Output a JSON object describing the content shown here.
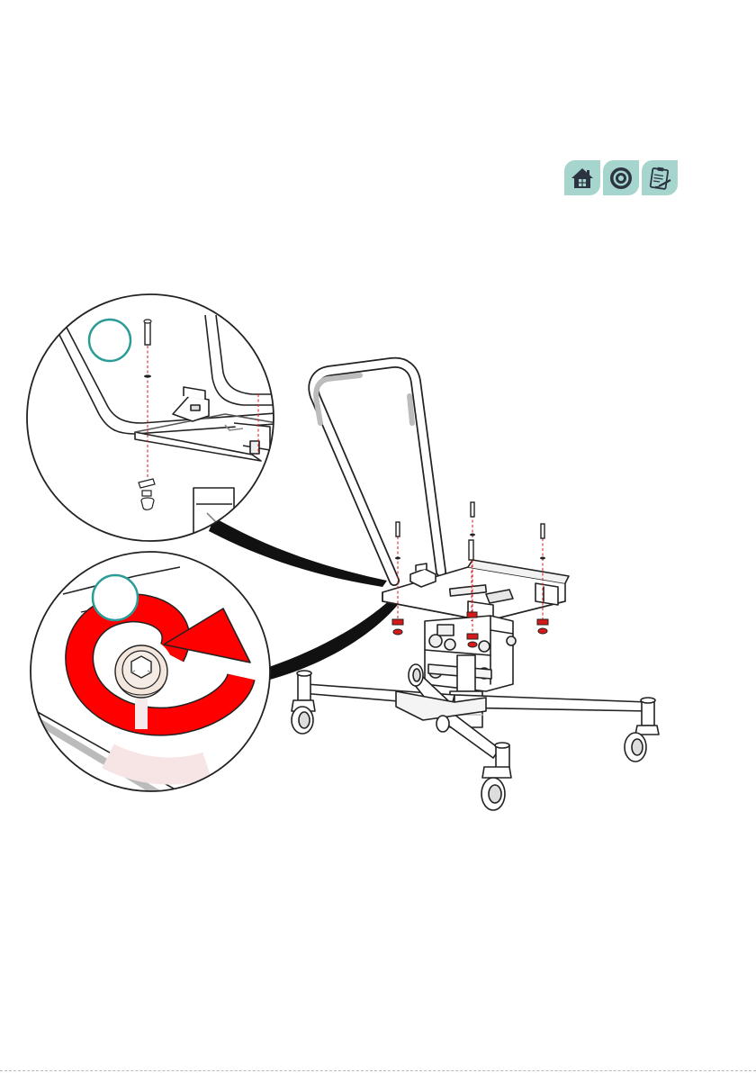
{
  "nav": {
    "items": [
      {
        "name": "home",
        "icon": "home-icon"
      },
      {
        "name": "parts",
        "icon": "target-icon"
      },
      {
        "name": "notes",
        "icon": "clipboard-icon"
      }
    ],
    "bg_color": "#a6d5ce",
    "icon_color": "#2b3440"
  },
  "illustration": {
    "callouts": [
      {
        "name": "callout-a",
        "label": ""
      },
      {
        "name": "callout-b",
        "label": ""
      }
    ],
    "colors": {
      "callout_ring": "#2a9c95",
      "rotate_arrow": "#ff0000",
      "guide_line": "#d61a1a",
      "line_art": "#222222",
      "frame_fill": "#ffffff",
      "shade": "#dcdcdc"
    },
    "instruction": "tighten-clockwise"
  }
}
